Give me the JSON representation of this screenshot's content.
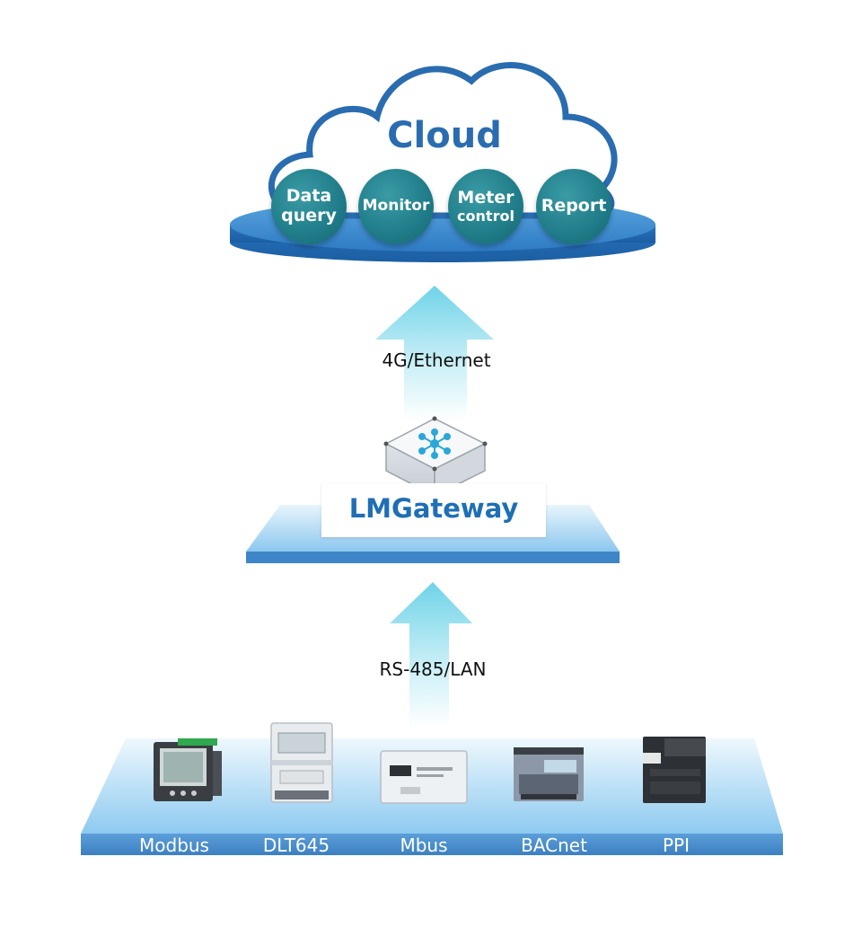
{
  "cloud": {
    "title": "Cloud",
    "services": [
      {
        "line1": "Data",
        "line2": "query"
      },
      {
        "line1": "Monitor",
        "line2": ""
      },
      {
        "line1": "Meter",
        "line2": "control"
      },
      {
        "line1": "Report",
        "line2": ""
      }
    ]
  },
  "links": {
    "upper": "4G/Ethernet",
    "lower": "RS-485/LAN"
  },
  "gateway": {
    "label": "LMGateway",
    "icon": "network-hub-icon"
  },
  "protocols": [
    "Modbus",
    "DLT645",
    "Mbus",
    "BACnet",
    "PPI"
  ],
  "colors": {
    "cloud_blue": "#2a6cb0",
    "service_teal": "#1f7c88",
    "gateway_text": "#1e6fb5",
    "bar_blue": "#4b8fd0",
    "arrow_cyan": "#6fd3e8"
  }
}
